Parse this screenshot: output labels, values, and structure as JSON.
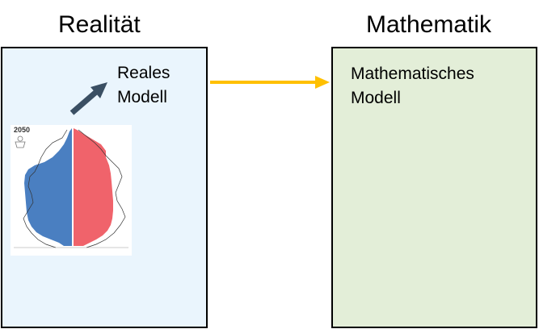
{
  "headings": {
    "left": "Realität",
    "right": "Mathematik"
  },
  "labels": {
    "real_model_line1": "Reales",
    "real_model_line2": "Modell",
    "math_model_line1": "Mathematisches",
    "math_model_line2": "Modell"
  },
  "population_pyramid": {
    "year": "2050"
  },
  "colors": {
    "left_panel": "#eaf5fd",
    "right_panel": "#e3eed8",
    "arrow_yellow": "#ffc000",
    "arrow_dark": "#3a4f63",
    "male_bars": "#4a7fc1",
    "female_bars": "#f0636b"
  }
}
